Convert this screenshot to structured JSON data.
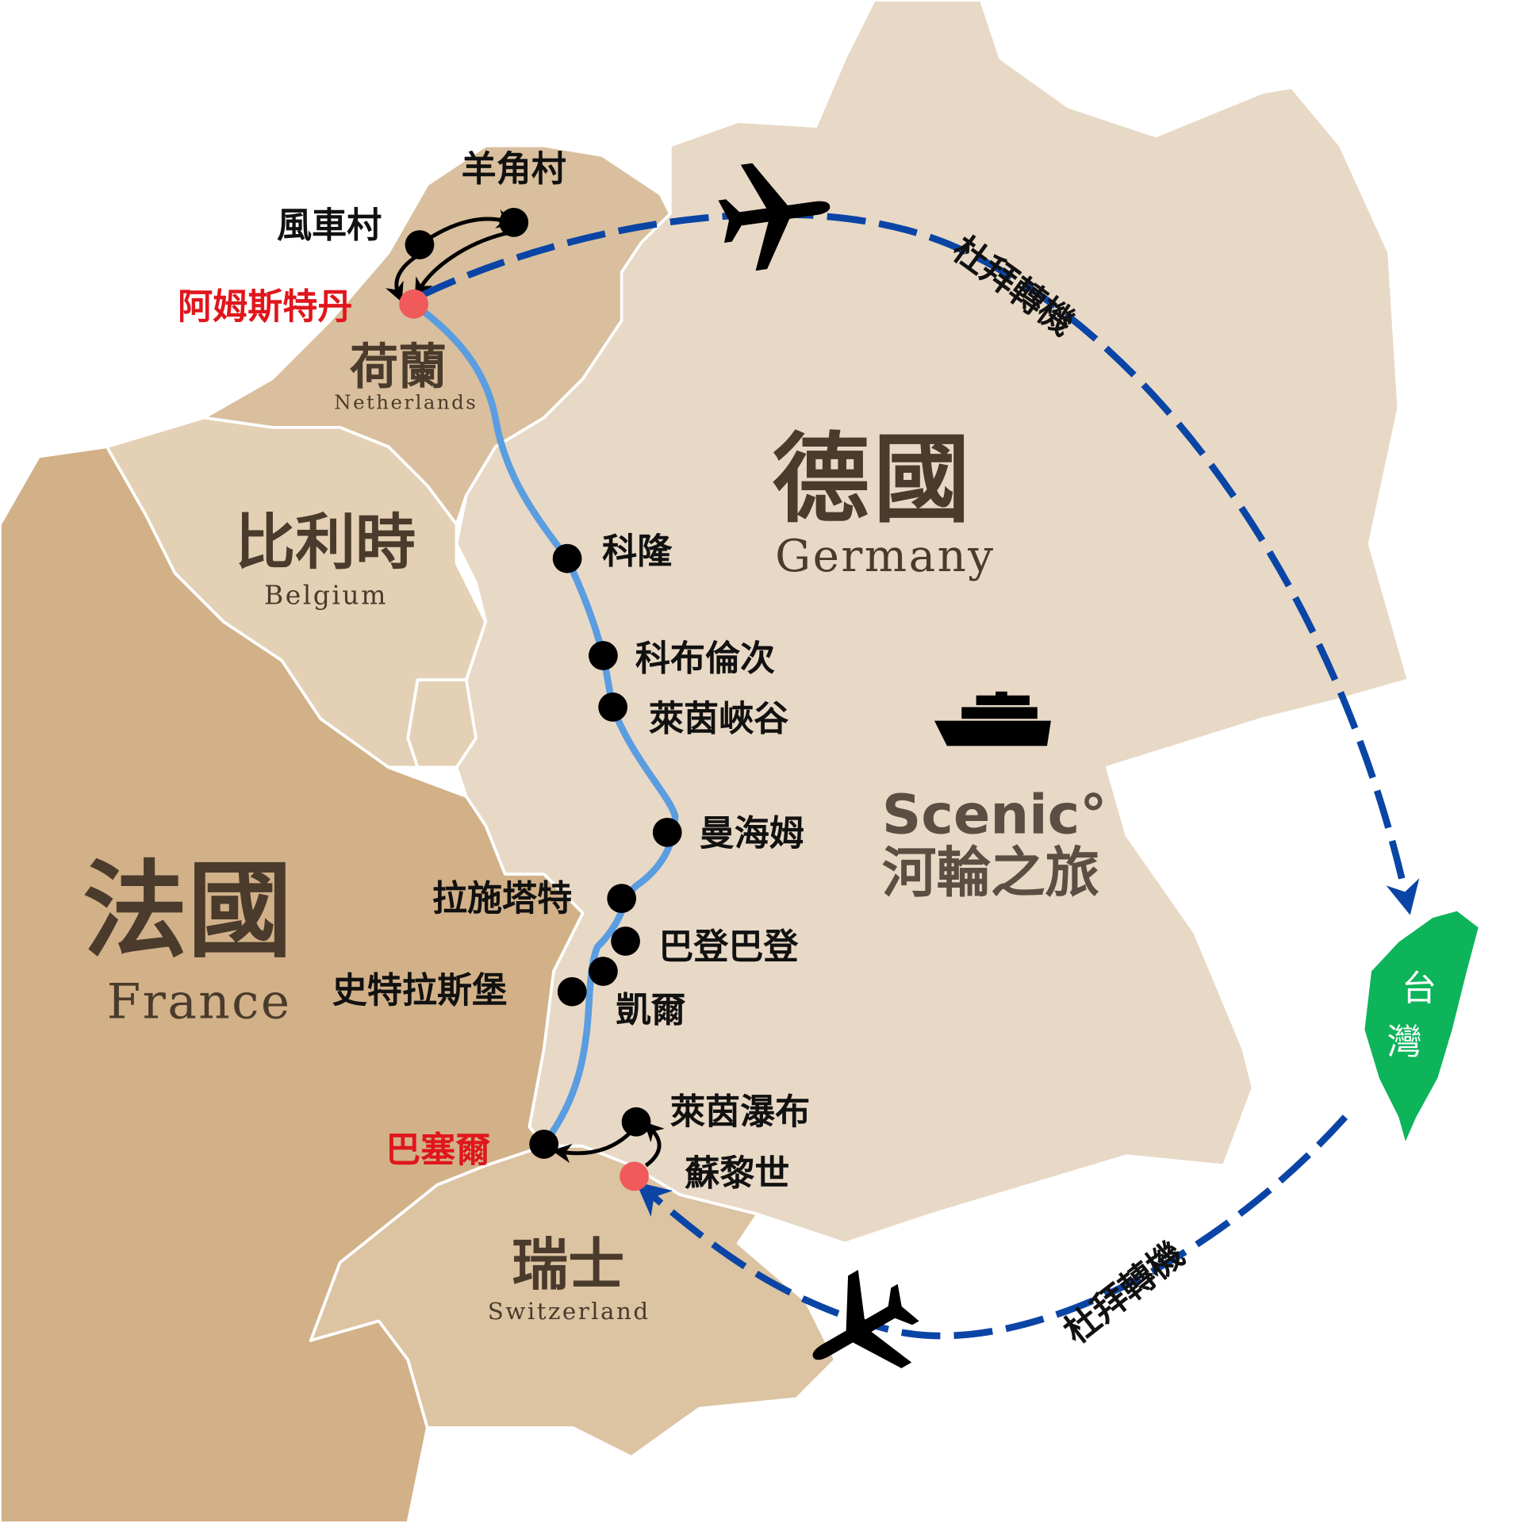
{
  "colors": {
    "germany": "#e8d9c6",
    "netherlands": "#d9bf9d",
    "belgium": "#e4d1b5",
    "france": "#d2b189",
    "switzerland": "#dcc3a2",
    "luxembourg": "#e4d1b5",
    "river": "#5a9de0",
    "flight": "#0a45a6",
    "taiwan": "#0db45a",
    "highlight_city": "#e0161c"
  },
  "countries": {
    "germany": {
      "cn": "德國",
      "en": "Germany"
    },
    "netherlands": {
      "cn": "荷蘭",
      "en": "Netherlands"
    },
    "belgium": {
      "cn": "比利時",
      "en": "Belgium"
    },
    "france": {
      "cn": "法國",
      "en": "France"
    },
    "switzerland": {
      "cn": "瑞士",
      "en": "Switzerland"
    },
    "taiwan": {
      "cn_1": "台",
      "cn_2": "灣"
    }
  },
  "cities": {
    "amsterdam": "阿姆斯特丹",
    "zaanse_schans": "風車村",
    "giethoorn": "羊角村",
    "cologne": "科隆",
    "koblenz": "科布倫次",
    "rhine_gorge": "萊茵峽谷",
    "mannheim": "曼海姆",
    "rastatt": "拉施塔特",
    "baden_baden": "巴登巴登",
    "kehl": "凱爾",
    "strasbourg": "史特拉斯堡",
    "basel": "巴塞爾",
    "rhine_falls": "萊茵瀑布",
    "zurich": "蘇黎世"
  },
  "flights": {
    "outbound_label": "杜拜轉機",
    "return_label": "杜拜轉機"
  },
  "brand": {
    "name": "Scenic°",
    "subtitle": "河輪之旅"
  },
  "icons": [
    "airplane-icon",
    "airplane-icon",
    "cruise-ship-icon"
  ]
}
